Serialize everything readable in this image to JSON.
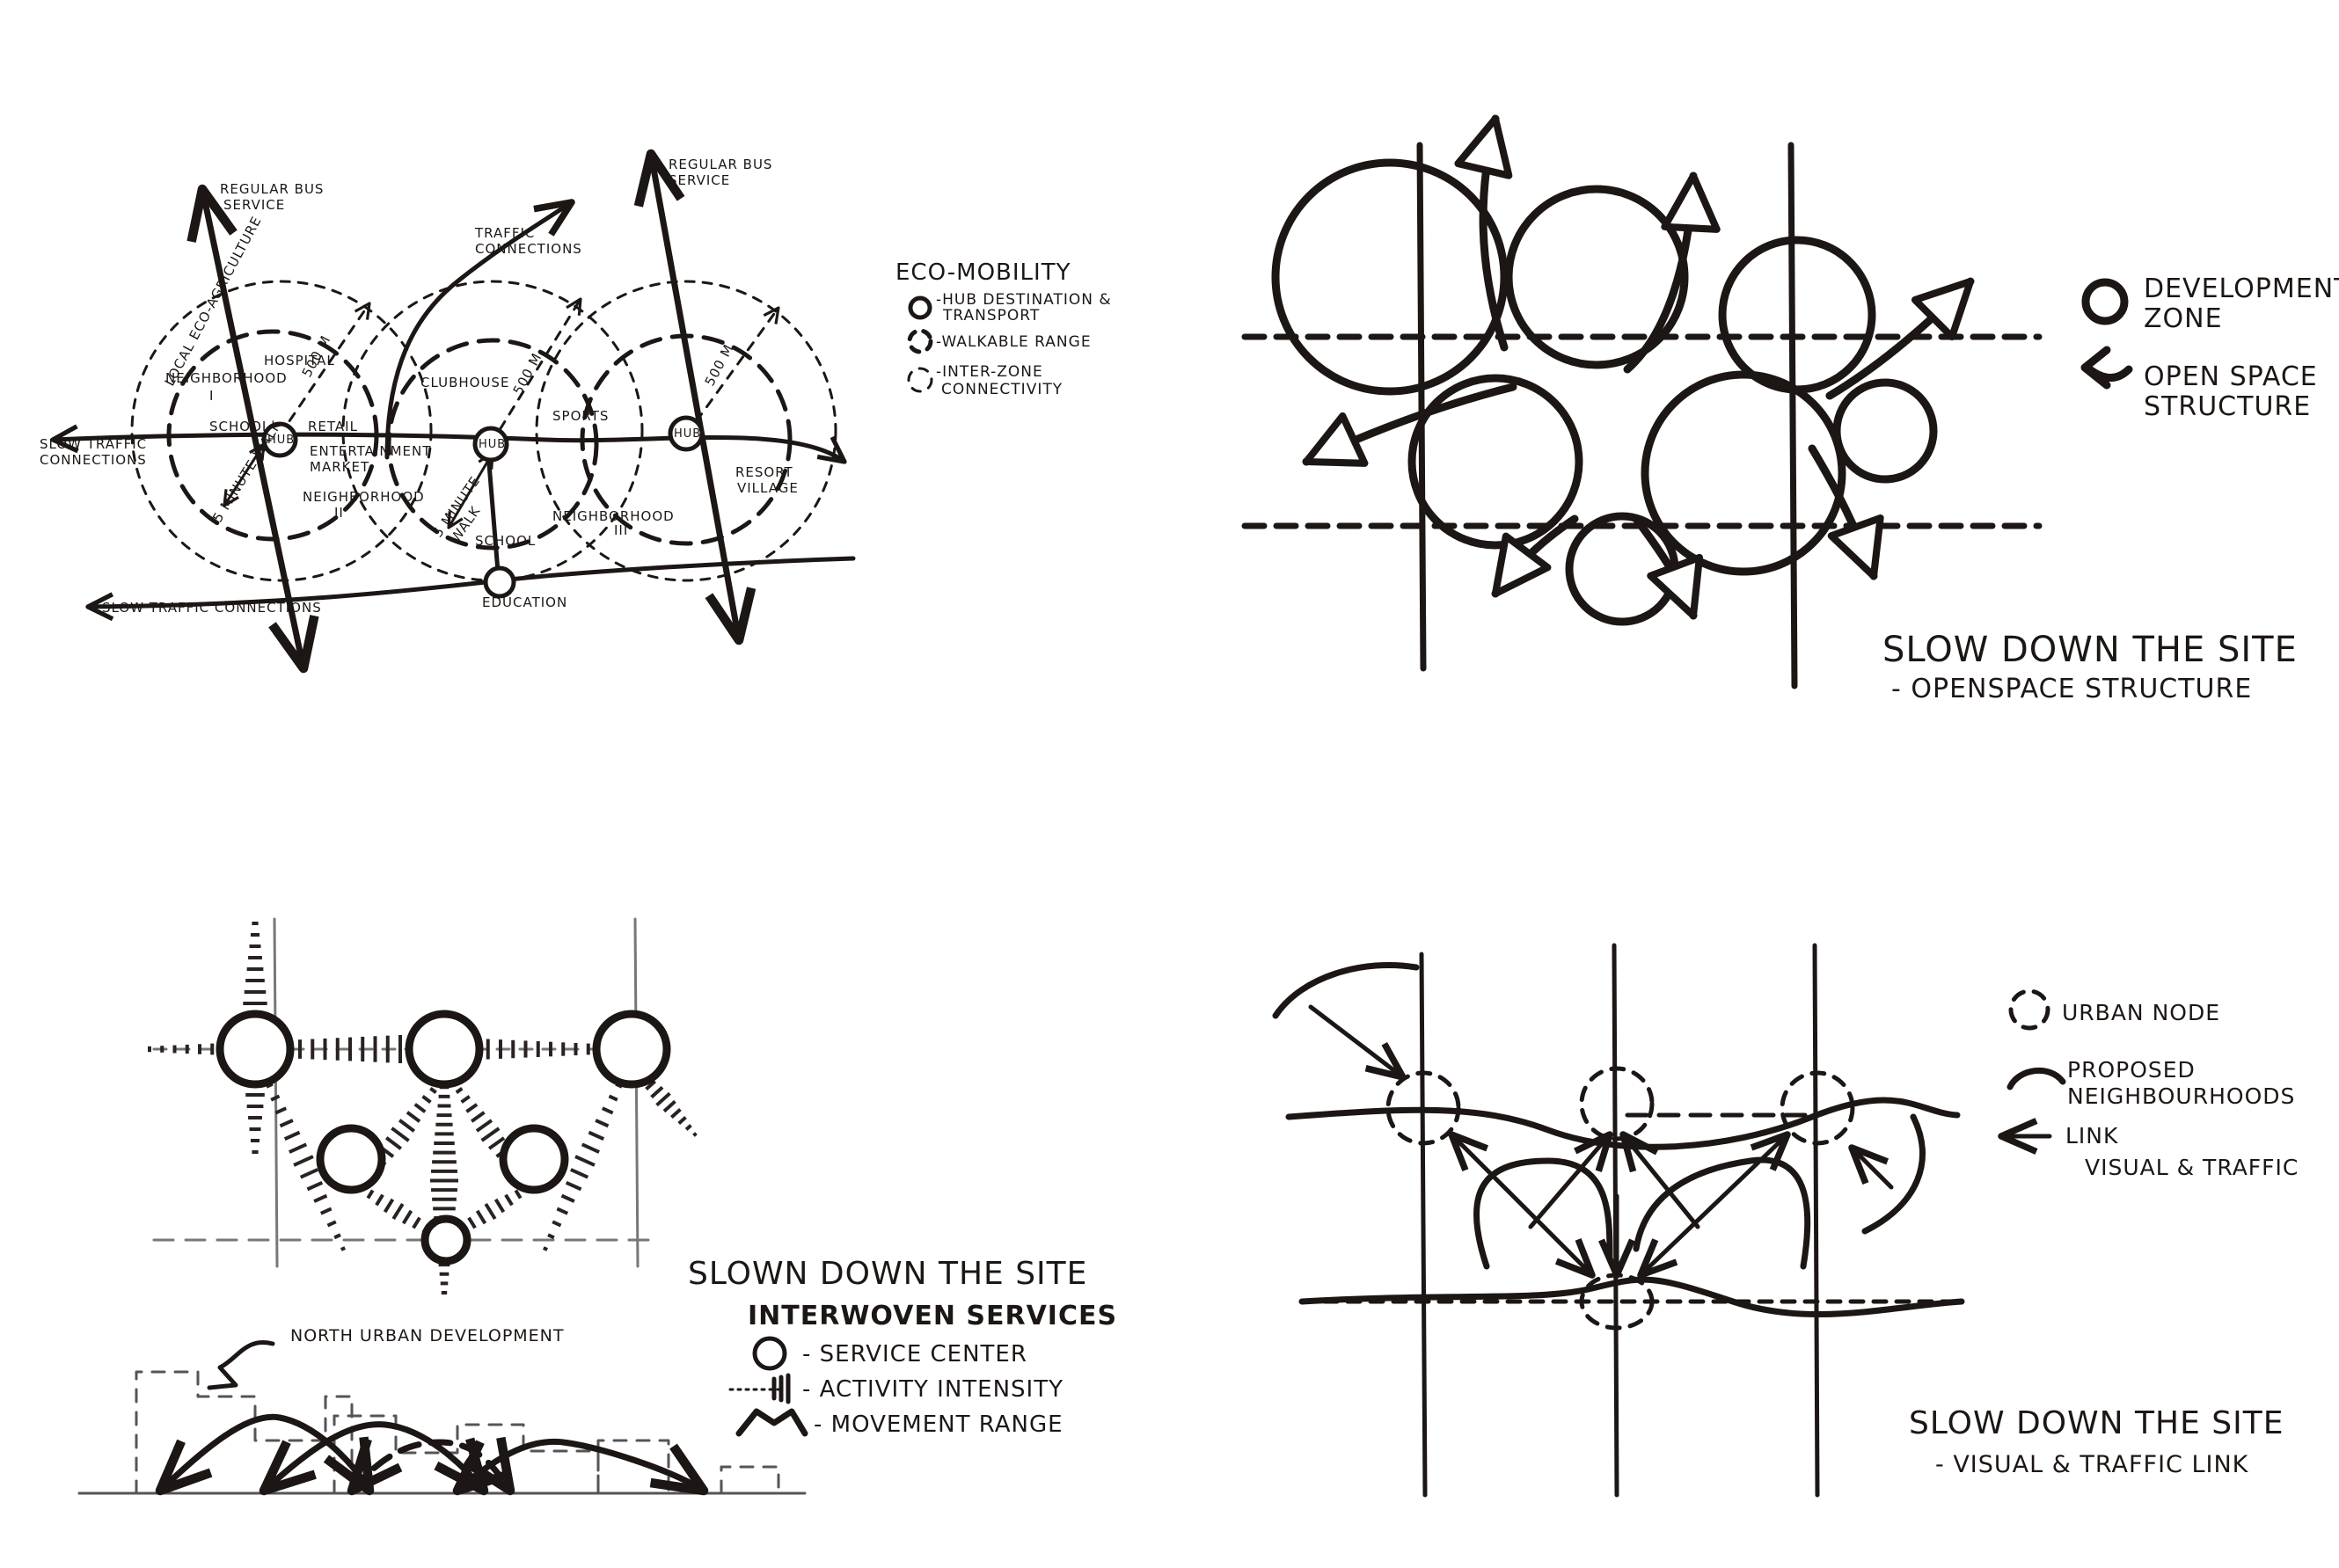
{
  "panel_eco": {
    "legend_title": "ECO-MOBILITY",
    "legend_items": [
      "-HUB DESTINATION &",
      "TRANSPORT",
      "-WALKABLE RANGE",
      "-INTER-ZONE",
      "CONNECTIVITY"
    ],
    "labels": {
      "bus_left_1": "REGULAR BUS",
      "bus_left_2": "SERVICE",
      "bus_right_1": "REGULAR BUS",
      "bus_right_2": "SERVICE",
      "traffic_1": "TRAFFIC",
      "traffic_2": "CONNECTIONS",
      "agri": "LOCAL ECO-AGRICULTURE",
      "nbh1_a": "NEIGHBORHOOD",
      "nbh1_b": "I",
      "hospital": "HOSPITAL",
      "school_1": "SCHOOL",
      "hub_1": "HUB",
      "hub_2": "HUB",
      "hub_3": "HUB",
      "retail": "RETAIL",
      "ent_1": "ENTERTAINMENT",
      "ent_2": "MARKET",
      "walk_1": "5 MINUTE WALK",
      "dist_1": "500 M",
      "dist_2": "500 M",
      "dist_3": "500 M",
      "clubhouse": "CLUBHOUSE",
      "sports": "SPORTS",
      "nbh2_a": "NEIGHBORHOOD",
      "nbh2_b": "II",
      "walk_2a": "5 MINUTE",
      "walk_2b": "WALK",
      "school_2": "SCHOOL",
      "nbh3_a": "NEIGHBORHOOD",
      "nbh3_b": "III",
      "resort_1": "RESORT",
      "resort_2": "VILLAGE",
      "slow_1": "SLOW TRAFFIC",
      "slow_2": "CONNECTIONS",
      "slow_bottom": "SLOW TRAFFIC CONNECTIONS",
      "education": "EDUCATION"
    }
  },
  "panel_open": {
    "legend_1a": "DEVELOPMENT",
    "legend_1b": "ZONE",
    "legend_2a": "OPEN SPACE",
    "legend_2b": "STRUCTURE",
    "title": "SLOW DOWN THE SITE",
    "subtitle": "- OPENSPACE STRUCTURE"
  },
  "panel_services": {
    "title": "SLOWN DOWN THE SITE",
    "subtitle": "INTERWOVEN SERVICES",
    "legend_1": "- SERVICE CENTER",
    "legend_2": "- ACTIVITY INTENSITY",
    "legend_3": "- MOVEMENT RANGE",
    "annotation": "NORTH URBAN DEVELOPMENT"
  },
  "panel_link": {
    "legend_1": "URBAN NODE",
    "legend_2a": "PROPOSED",
    "legend_2b": "NEIGHBOURHOODS",
    "legend_3a": "LINK",
    "legend_3b": "VISUAL & TRAFFIC",
    "title": "SLOW DOWN THE SITE",
    "subtitle": "- VISUAL & TRAFFIC LINK"
  },
  "colors": {
    "ink": "#1c1714",
    "paper": "#ffffff"
  }
}
